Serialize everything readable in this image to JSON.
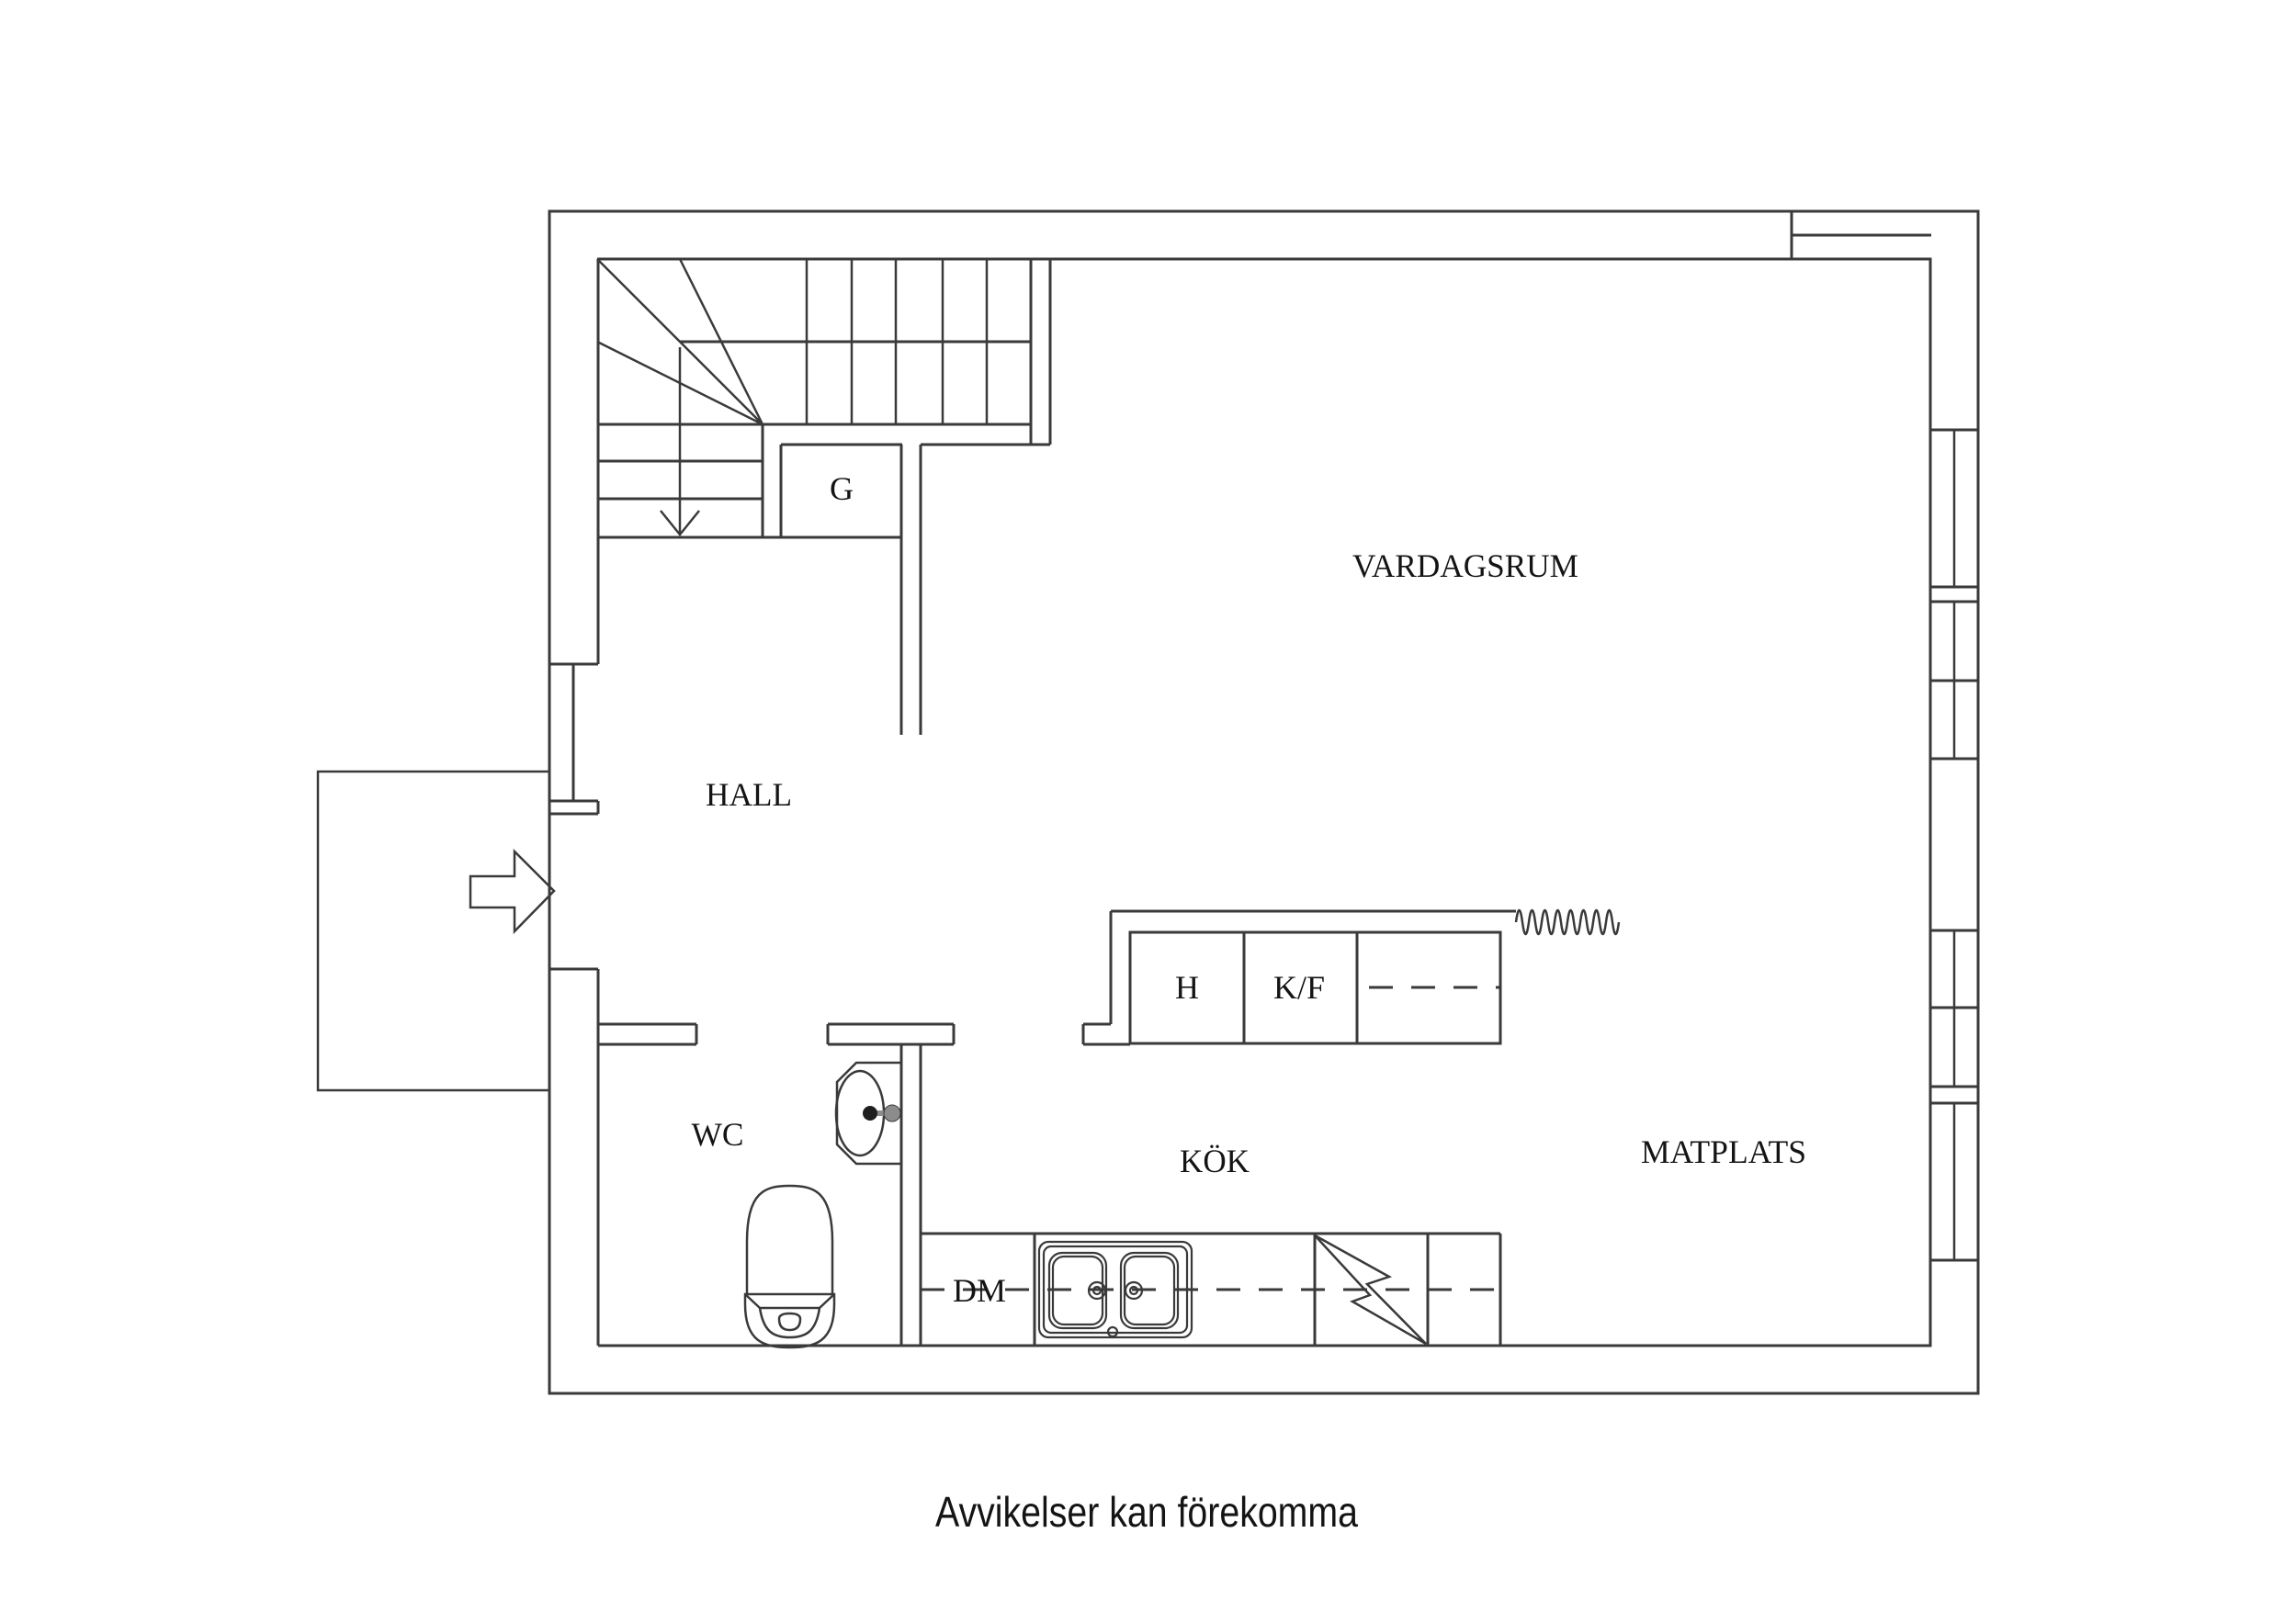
{
  "caption": {
    "disclaimer": "Avvikelser kan förekomma"
  },
  "rooms": {
    "living_room": "VARDAGSRUM",
    "hall": "HALL",
    "wc": "WC",
    "kitchen": "KÖK",
    "dining_area": "MATPLATS",
    "wardrobe": "G"
  },
  "appliances": {
    "hob": "H",
    "fridge_freezer": "K/F",
    "dishwasher": "DM"
  },
  "colors": {
    "line": "#3a3a3a",
    "text": "#141414",
    "background": "#ffffff",
    "faucet_dark": "#1f1f1f",
    "faucet_gray": "#8c8c8c"
  }
}
